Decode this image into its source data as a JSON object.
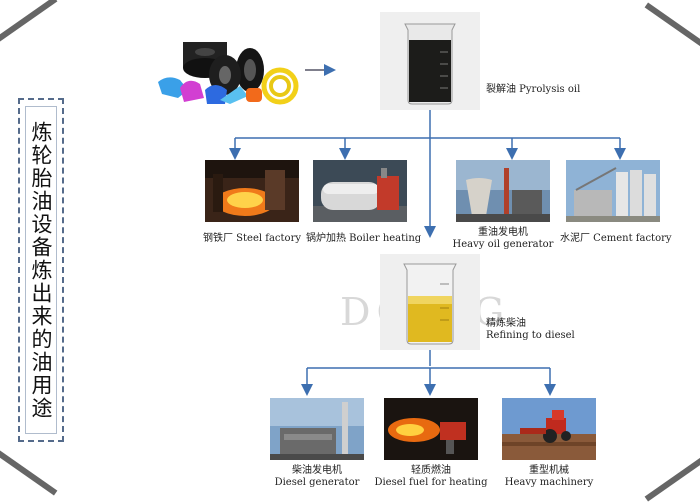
{
  "side_title": "炼轮胎油设备炼出来的油用途",
  "pyrolysis_oil": {
    "label": "裂解油 Pyrolysis oil"
  },
  "uses_level1": [
    {
      "label": "钢铁厂 Steel factory"
    },
    {
      "label": "锅炉加热 Boiler heating"
    },
    {
      "label_line1": "重油发电机",
      "label_line2": "Heavy oil generator"
    },
    {
      "label": "水泥厂 Cement factory"
    }
  ],
  "refining": {
    "label_line1": "精炼柴油",
    "label_line2": "Refining to diesel"
  },
  "uses_level2": [
    {
      "label_line1": "柴油发电机",
      "label_line2": "Diesel generator"
    },
    {
      "label_line1": "轻质燃油",
      "label_line2": "Diesel fuel for heating"
    },
    {
      "label_line1": "重型机械",
      "label_line2": "Heavy machinery"
    }
  ],
  "watermark": "DOING",
  "colors": {
    "arrow": "#3d6fb0",
    "border": "#556b8b"
  }
}
